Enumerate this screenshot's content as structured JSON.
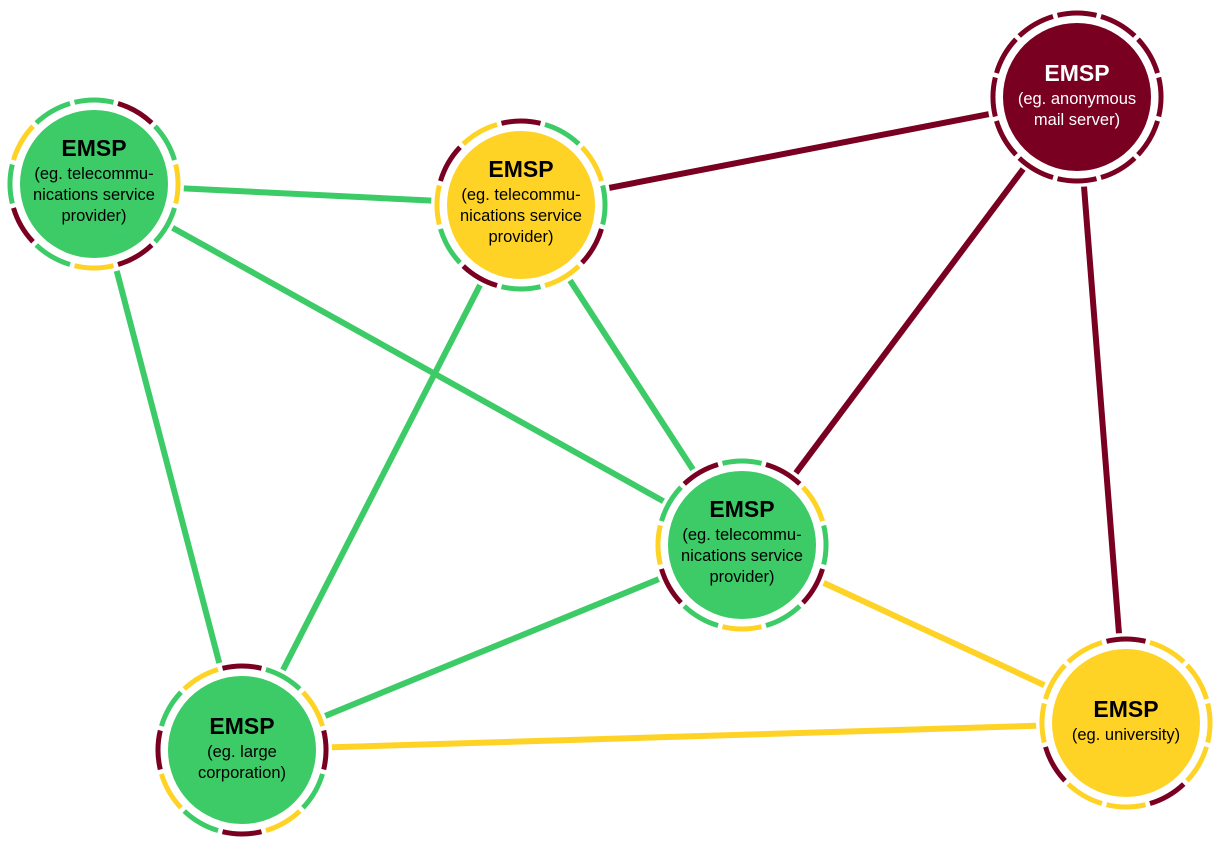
{
  "colors": {
    "green": "#3ccb66",
    "yellow": "#fed326",
    "maroon": "#790020",
    "white": "#ffffff",
    "dark_text": "#000000",
    "light_text": "#ffffff"
  },
  "nodes": [
    {
      "id": "n1",
      "fill": "green",
      "title": "EMSP",
      "lines": [
        "(eg. telecommu-",
        "nications service",
        "provider)"
      ],
      "ring": [
        "green",
        "maroon",
        "green",
        "yellow",
        "green",
        "maroon",
        "yellow",
        "green",
        "maroon",
        "green",
        "yellow",
        "green"
      ]
    },
    {
      "id": "n2",
      "fill": "yellow",
      "title": "EMSP",
      "lines": [
        "(eg. telecommu-",
        "nications service",
        "provider)"
      ],
      "ring": [
        "maroon",
        "green",
        "yellow",
        "green",
        "maroon",
        "yellow",
        "green",
        "maroon",
        "green",
        "yellow",
        "maroon",
        "yellow"
      ]
    },
    {
      "id": "n3",
      "fill": "maroon",
      "title": "EMSP",
      "lines": [
        "(eg. anonymous",
        "mail server)"
      ],
      "ring": [
        "maroon",
        "maroon",
        "maroon",
        "maroon",
        "maroon",
        "maroon",
        "maroon",
        "maroon",
        "maroon",
        "maroon",
        "maroon",
        "maroon"
      ]
    },
    {
      "id": "n4",
      "fill": "green",
      "title": "EMSP",
      "lines": [
        "(eg. telecommu-",
        "nications service",
        "provider)"
      ],
      "ring": [
        "green",
        "maroon",
        "yellow",
        "green",
        "maroon",
        "green",
        "yellow",
        "green",
        "maroon",
        "yellow",
        "green",
        "maroon"
      ]
    },
    {
      "id": "n5",
      "fill": "green",
      "title": "EMSP",
      "lines": [
        "(eg. large",
        "corporation)"
      ],
      "ring": [
        "maroon",
        "green",
        "yellow",
        "maroon",
        "green",
        "yellow",
        "maroon",
        "green",
        "yellow",
        "maroon",
        "green",
        "yellow"
      ]
    },
    {
      "id": "n6",
      "fill": "yellow",
      "title": "EMSP",
      "lines": [
        "(eg. university)"
      ],
      "ring": [
        "maroon",
        "yellow",
        "yellow",
        "yellow",
        "yellow",
        "maroon",
        "yellow",
        "yellow",
        "maroon",
        "yellow",
        "yellow",
        "yellow"
      ]
    }
  ],
  "edges": [
    {
      "from": "n1",
      "to": "n2",
      "color": "green"
    },
    {
      "from": "n1",
      "to": "n4",
      "color": "green"
    },
    {
      "from": "n1",
      "to": "n5",
      "color": "green"
    },
    {
      "from": "n2",
      "to": "n3",
      "color": "maroon"
    },
    {
      "from": "n2",
      "to": "n4",
      "color": "green"
    },
    {
      "from": "n2",
      "to": "n5",
      "color": "green"
    },
    {
      "from": "n3",
      "to": "n4",
      "color": "maroon"
    },
    {
      "from": "n3",
      "to": "n6",
      "color": "maroon"
    },
    {
      "from": "n4",
      "to": "n5",
      "color": "green"
    },
    {
      "from": "n4",
      "to": "n6",
      "color": "yellow"
    },
    {
      "from": "n5",
      "to": "n6",
      "color": "yellow"
    }
  ]
}
